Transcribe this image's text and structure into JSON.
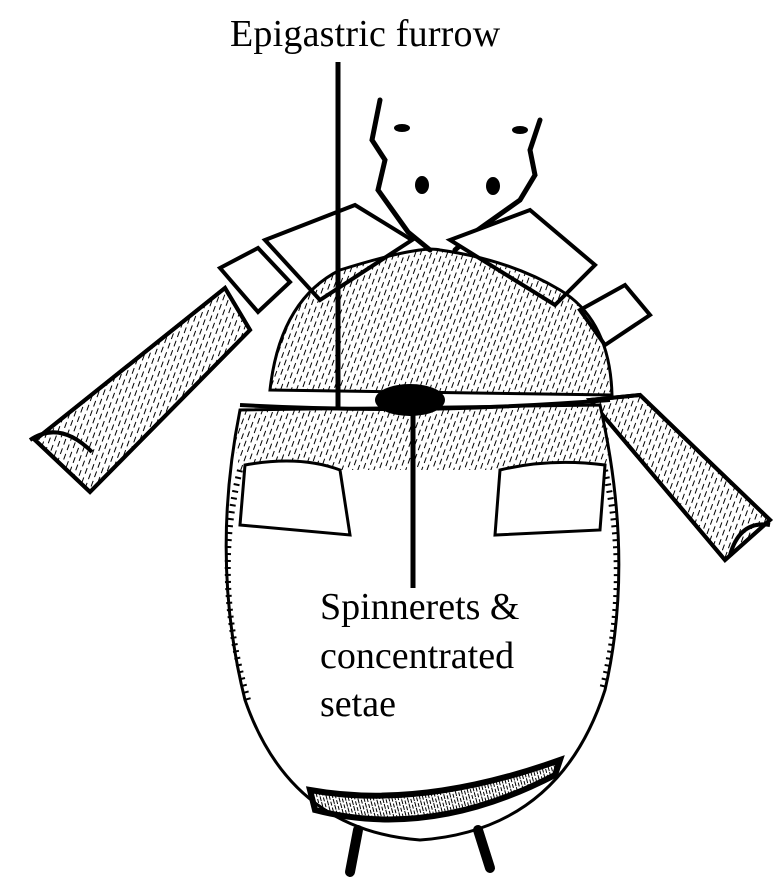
{
  "labels": {
    "epigastric_furrow": "Epigastric furrow",
    "spinnerets": [
      "Spinnerets &",
      "concentrated",
      "setae"
    ]
  },
  "colors": {
    "ink": "#000000",
    "background": "#ffffff",
    "body_fill": "#ffffff"
  }
}
